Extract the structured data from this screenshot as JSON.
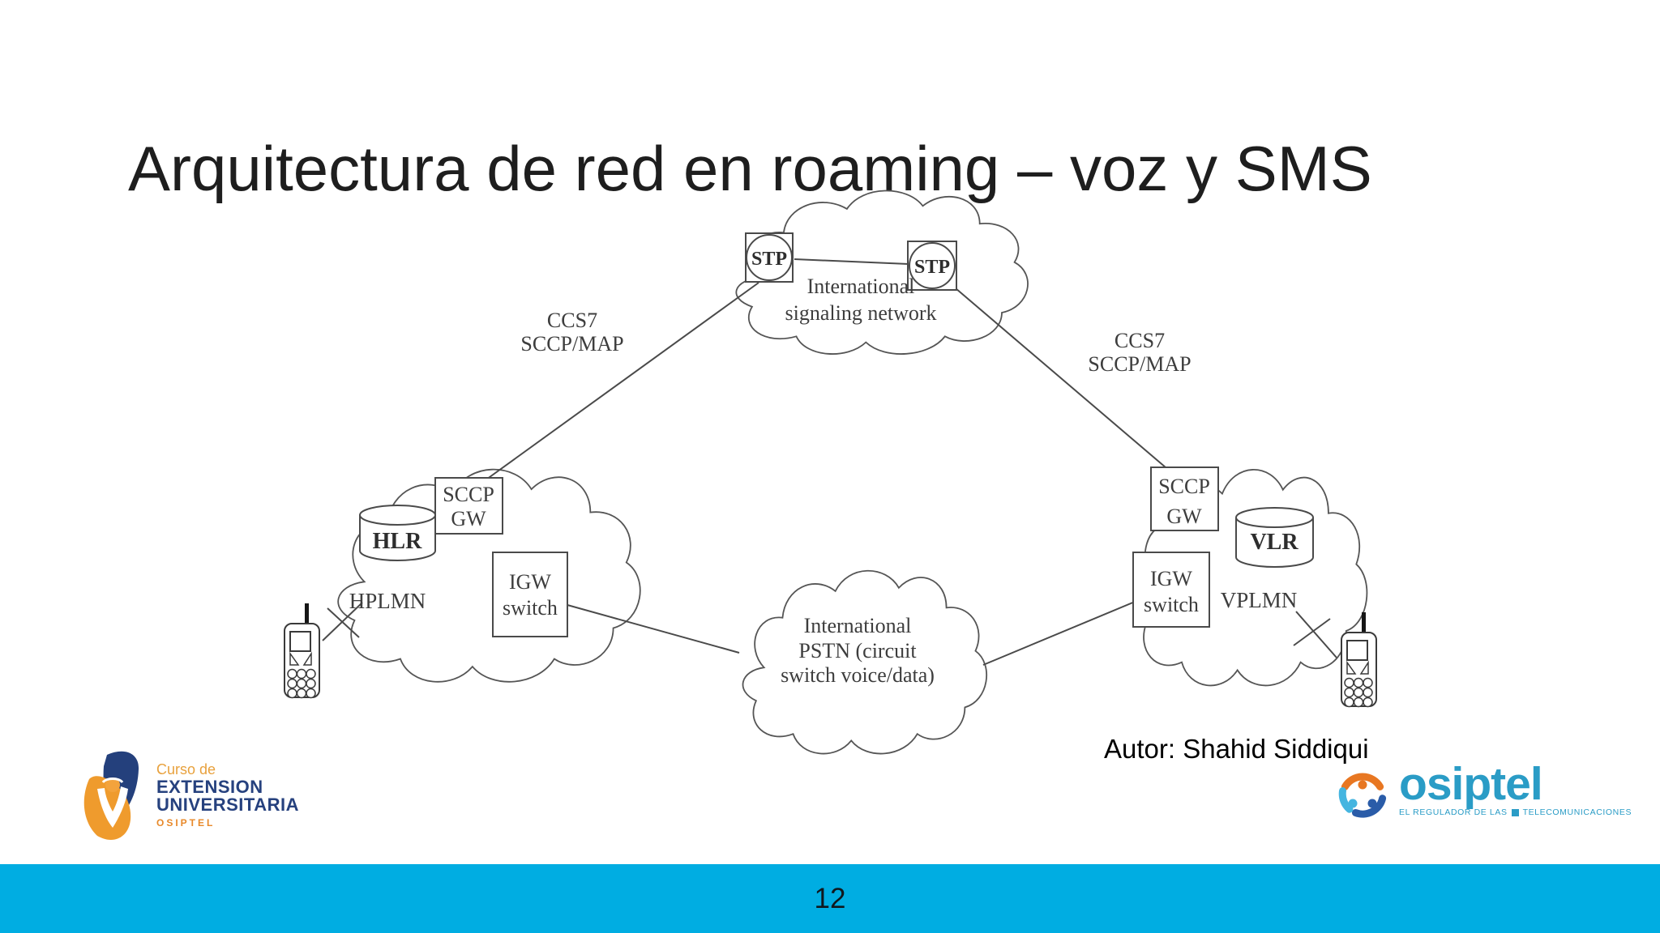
{
  "title": "Arquitectura de red en roaming – voz y SMS",
  "diagram": {
    "signaling_cloud": {
      "line1": "International",
      "line2": "signaling network"
    },
    "stp_left": "STP",
    "stp_right": "STP",
    "ccs7_left": {
      "line1": "CCS7",
      "line2": "SCCP/MAP"
    },
    "ccs7_right": {
      "line1": "CCS7",
      "line2": "SCCP/MAP"
    },
    "hplmn": {
      "name": "HPLMN",
      "hlr": "HLR",
      "sccp": "SCCP",
      "gw": "GW",
      "igw": "IGW",
      "switch": "switch"
    },
    "vplmn": {
      "name": "VPLMN",
      "vlr": "VLR",
      "sccp": "SCCP",
      "gw": "GW",
      "igw": "IGW",
      "switch": "switch"
    },
    "pstn_cloud": {
      "line1": "International",
      "line2": "PSTN (circuit",
      "line3": "switch voice/data)"
    }
  },
  "author": "Autor: Shahid Siddiqui",
  "logos": {
    "extension": {
      "line1": "Curso de",
      "line2": "EXTENSION",
      "line3": "UNIVERSITARIA",
      "line4": "OSIPTEL"
    },
    "osiptel": {
      "brand": "osiptel",
      "tagline_part1": "EL REGULADOR DE LAS",
      "tagline_part2": "TELECOMUNICACIONES"
    }
  },
  "footer": {
    "page_number": "12"
  },
  "colors": {
    "footer_bar": "#00ade2",
    "brand_teal": "#2a9cc6",
    "brand_orange": "#e87722",
    "brand_navy": "#26417e",
    "diagram_ink": "#3d3d3d"
  }
}
